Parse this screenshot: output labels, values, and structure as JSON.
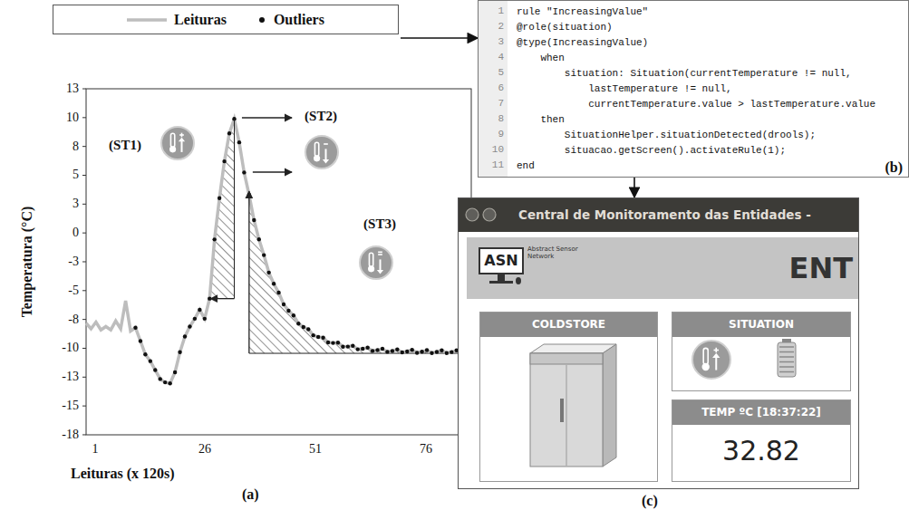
{
  "diagram": {
    "nodes": [
      {
        "text": [
          "(a)"
        ]
      },
      {
        "text": [
          "rule \"IncreasingValue\"",
          "@role(situation)",
          "@type(IncreasingValue)",
          "when",
          "situation: Situation(currentTemperature != null,",
          "lastTemperature != null,",
          "currentTemperature.value > lastTemperature.value",
          "then",
          "SituationHelper.situationDetected(drools);",
          "situacao.getScreen().activateRule(1);",
          "end",
          "(b)"
        ]
      },
      {
        "text": [
          "Central de Monitoramento das Entidades -",
          "(c)"
        ]
      },
      {
        "text": [
          "ASN",
          "Abstract Sensor Network",
          "ENT"
        ],
        "in": 2
      },
      {
        "text": [
          "COLDSTORE"
        ],
        "in": 2
      },
      {
        "text": [
          "SITUATION"
        ],
        "in": 2
      },
      {
        "text": [
          "TEMP ºC [18:37:22]",
          "32.82"
        ],
        "in": 2
      }
    ],
    "edges": [
      {
        "from": 0,
        "to": 1,
        "arrow": "to"
      },
      {
        "from": 1,
        "to": 2,
        "arrow": "to"
      }
    ],
    "labels": [
      "13",
      "10",
      "8",
      "5",
      "3",
      "0",
      "-3",
      "-5",
      "-8",
      "-10",
      "-13",
      "-15",
      "-18",
      "1",
      "26",
      "51",
      "76",
      "Temperatura (°C)",
      "Leituras (x 120s)",
      "(ST1)",
      "(ST2)",
      "(ST3)",
      "1",
      "2",
      "3",
      "4",
      "5",
      "6",
      "7",
      "8",
      "9",
      "10",
      "11"
    ],
    "legend": [
      {
        "text": "Leituras"
      },
      {
        "text": "Outliers"
      }
    ]
  }
}
